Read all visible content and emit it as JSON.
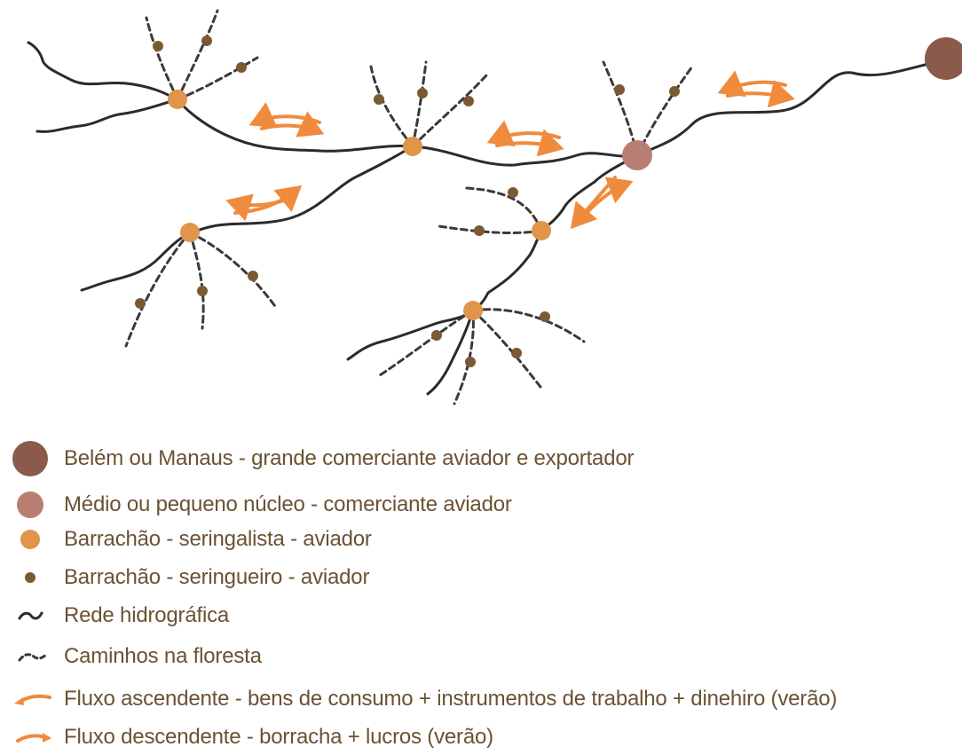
{
  "colors": {
    "river": "#2b2b2b",
    "path": "#3a3a3a",
    "capital": "#8b5a4a",
    "medium_node": "#b97e72",
    "barracao_seringalista": "#e0954a",
    "barracao_seringueiro": "#7a5a33",
    "flow": "#f08a3c",
    "label_text": "#6b5233"
  },
  "legend": [
    {
      "symbol": "capital-dot",
      "label": "Belém ou Manaus - grande comerciante aviador e exportador"
    },
    {
      "symbol": "medium-dot",
      "label": "Médio ou pequeno núcleo - comerciante aviador"
    },
    {
      "symbol": "seringalista-dot",
      "label": "Barrachão - seringalista - aviador"
    },
    {
      "symbol": "seringueiro-dot",
      "label": "Barrachão - seringueiro - aviador"
    },
    {
      "symbol": "river-line",
      "label": "Rede hidrográfica"
    },
    {
      "symbol": "dashed-line",
      "label": "Caminhos na floresta"
    },
    {
      "symbol": "ascending-arrow",
      "label": "Fluxo ascendente - bens de consumo + instrumentos de trabalho + dinehiro (verão)"
    },
    {
      "symbol": "descending-arrow",
      "label": "Fluxo descendente - borracha + lucros (verão)"
    }
  ]
}
